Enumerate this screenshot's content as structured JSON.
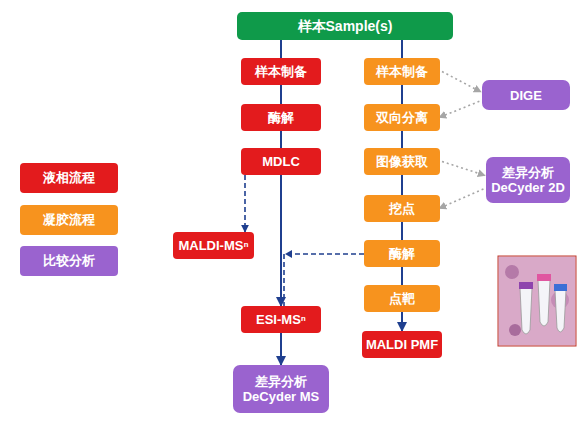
{
  "diagram": {
    "nodes": [
      {
        "text": [
          "样本Sample(s)"
        ]
      },
      {
        "text": [
          "样本制备"
        ]
      },
      {
        "text": [
          "酶解"
        ]
      },
      {
        "text": [
          "MDLC"
        ]
      },
      {
        "text": [
          "样本制备"
        ]
      },
      {
        "text": [
          "双向分离"
        ]
      },
      {
        "text": [
          "图像获取"
        ]
      },
      {
        "text": [
          "挖点"
        ]
      },
      {
        "text": [
          "酶解"
        ]
      },
      {
        "text": [
          "点靶"
        ]
      },
      {
        "text": [
          "MALDI PMF"
        ]
      },
      {
        "text": [
          "DIGE"
        ]
      },
      {
        "text": [
          "差异分析 DeCyder 2D"
        ]
      },
      {
        "text": [
          "MALDI-MSⁿ"
        ]
      },
      {
        "text": [
          "ESI-MSⁿ"
        ]
      },
      {
        "text": [
          "差异分析 DeCyder MS"
        ]
      }
    ],
    "edges": [
      {
        "from": 0,
        "to": 1,
        "arrow": "none"
      },
      {
        "from": 1,
        "to": 2,
        "arrow": "none"
      },
      {
        "from": 2,
        "to": 3,
        "arrow": "none"
      },
      {
        "from": 3,
        "to": 14,
        "arrow": "to"
      },
      {
        "from": 14,
        "to": 15,
        "arrow": "to"
      },
      {
        "from": 3,
        "to": 13,
        "arrow": "to"
      },
      {
        "from": 0,
        "to": 4,
        "arrow": "none"
      },
      {
        "from": 4,
        "to": 5,
        "arrow": "none"
      },
      {
        "from": 5,
        "to": 6,
        "arrow": "none"
      },
      {
        "from": 6,
        "to": 7,
        "arrow": "none"
      },
      {
        "from": 7,
        "to": 8,
        "arrow": "none"
      },
      {
        "from": 8,
        "to": 9,
        "arrow": "none"
      },
      {
        "from": 9,
        "to": 10,
        "arrow": "to"
      },
      {
        "from": 8,
        "to": 14,
        "arrow": "to"
      },
      {
        "from": 4,
        "to": 11,
        "arrow": "to"
      },
      {
        "from": 11,
        "to": 5,
        "arrow": "to"
      },
      {
        "from": 6,
        "to": 12,
        "arrow": "to"
      },
      {
        "from": 12,
        "to": 7,
        "arrow": "to"
      }
    ],
    "legend": [
      {
        "text": "液相流程",
        "color": "#e31b1d"
      },
      {
        "text": "凝胶流程",
        "color": "#f7931e"
      },
      {
        "text": "比较分析",
        "color": "#9a63cf"
      }
    ]
  }
}
